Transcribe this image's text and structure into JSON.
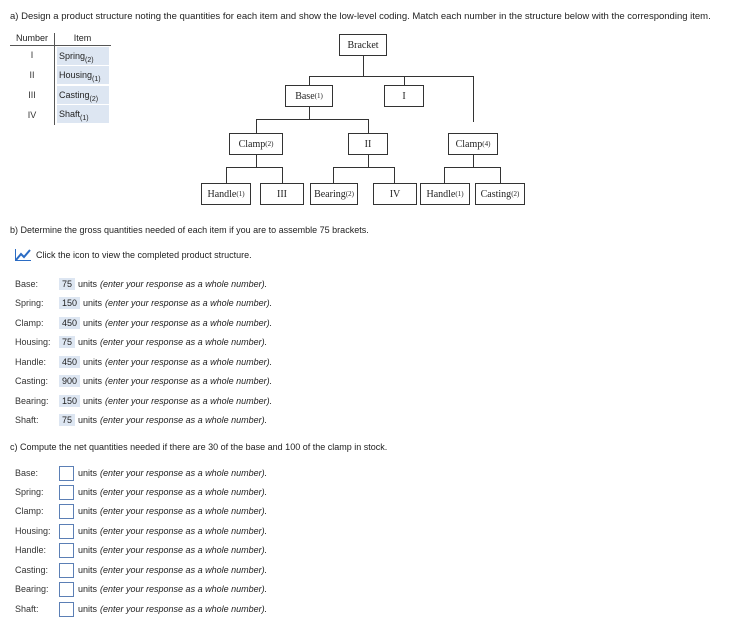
{
  "part_a": {
    "prompt": "a) Design a product structure noting the quantities for each item and show the low-level coding. Match each number in the structure below with the corresponding item.",
    "legend": {
      "header_number": "Number",
      "header_item": "Item",
      "rows": [
        {
          "number": "I",
          "item": "Spring",
          "qty": "(2)"
        },
        {
          "number": "II",
          "item": "Housing",
          "qty": "(1)"
        },
        {
          "number": "III",
          "item": "Casting",
          "qty": "(2)"
        },
        {
          "number": "IV",
          "item": "Shaft",
          "qty": "(1)"
        }
      ]
    },
    "tree": {
      "bracket": {
        "label": "Bracket",
        "qty": ""
      },
      "base": {
        "label": "Base",
        "qty": "(1)"
      },
      "num_i": {
        "label": "I",
        "qty": ""
      },
      "clamp_left": {
        "label": "Clamp",
        "qty": "(2)"
      },
      "num_ii": {
        "label": "II",
        "qty": ""
      },
      "clamp_right": {
        "label": "Clamp",
        "qty": "(4)"
      },
      "handle_left": {
        "label": "Handle",
        "qty": "(1)"
      },
      "num_iii": {
        "label": "III",
        "qty": ""
      },
      "bearing": {
        "label": "Bearing",
        "qty": "(2)"
      },
      "num_iv": {
        "label": "IV",
        "qty": ""
      },
      "handle_right": {
        "label": "Handle",
        "qty": "(1)"
      },
      "casting": {
        "label": "Casting",
        "qty": "(2)"
      }
    }
  },
  "part_b": {
    "prompt": "b) Determine the gross quantities needed of each item if you are to assemble 75 brackets.",
    "icon_link": "Click the icon to view the completed product structure.",
    "unit_text": "units",
    "hint": "(enter your response as a whole number).",
    "answers": [
      {
        "label": "Base:",
        "value": "75"
      },
      {
        "label": "Spring:",
        "value": "150"
      },
      {
        "label": "Clamp:",
        "value": "450"
      },
      {
        "label": "Housing:",
        "value": "75"
      },
      {
        "label": "Handle:",
        "value": "450"
      },
      {
        "label": "Casting:",
        "value": "900"
      },
      {
        "label": "Bearing:",
        "value": "150"
      },
      {
        "label": "Shaft:",
        "value": "75"
      }
    ]
  },
  "part_c": {
    "prompt": "c) Compute the net quantities needed if there are 30 of the base and 100 of the clamp in stock.",
    "unit_text": "units",
    "hint": "(enter your response as a whole number).",
    "rows": [
      {
        "label": "Base:",
        "value": ""
      },
      {
        "label": "Spring:",
        "value": ""
      },
      {
        "label": "Clamp:",
        "value": ""
      },
      {
        "label": "Housing:",
        "value": ""
      },
      {
        "label": "Handle:",
        "value": ""
      },
      {
        "label": "Casting:",
        "value": ""
      },
      {
        "label": "Bearing:",
        "value": ""
      },
      {
        "label": "Shaft:",
        "value": ""
      }
    ]
  },
  "colors": {
    "highlight": "#dde6f2",
    "input_border": "#5b7fb5",
    "icon_blue": "#2b6cc4"
  }
}
